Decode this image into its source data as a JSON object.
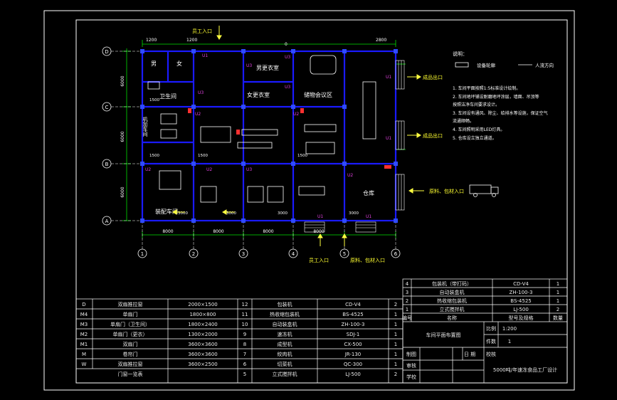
{
  "colors": {
    "background": "#000000",
    "frame": "#ffffff",
    "wall": "#1a1aff",
    "column": "#2f4bff",
    "dimension": "#00e000",
    "label_magenta": "#e040e0",
    "label_yellow": "#ffff30",
    "room_label": "#ffffff",
    "arrow_yellow": "#ffff40"
  },
  "plan": {
    "column_labels_left": [
      "D",
      "C",
      "B",
      "A"
    ],
    "column_labels_bottom": [
      "1",
      "2",
      "3",
      "4",
      "5",
      "6"
    ],
    "dims_bottom": [
      "8000",
      "8000",
      "8000",
      "8000"
    ],
    "dims_left": [
      "6000",
      "6000",
      "6000"
    ],
    "dims_top": [
      "1200",
      "1200",
      "0",
      "2800"
    ],
    "dims_misc": [
      "1500",
      "1500",
      "1500",
      "1500",
      "3000",
      "3000",
      "3000",
      "3000"
    ],
    "rooms": {
      "male_wc": "男",
      "female_wc": "女",
      "washroom": "卫生间",
      "male_locker": "男更衣室",
      "female_locker": "女更衣室",
      "meeting": "储物会议区",
      "workshop_vertical": "机加车间",
      "assembly": "装配车间",
      "warehouse": "仓库"
    },
    "entrances": {
      "staff_top": "员工入口",
      "staff_bottom": "员工入口",
      "material_bottom": "原料、包材入口",
      "material_right": "原料、包材入口",
      "product_exit_1": "成品出口",
      "product_exit_2": "成品出口"
    },
    "tags": [
      "U1",
      "U2",
      "U3",
      "U1",
      "U2",
      "U3",
      "U1",
      "U2",
      "U3",
      "U1",
      "U2",
      "U3",
      "U1",
      "U2",
      "U3"
    ]
  },
  "legend": {
    "title": "说明：",
    "item_equipment": "设备轮廓",
    "item_flow": "人流方向",
    "notes": [
      "1.    车间平面按照1:5标准设计绘制。",
      "2.    车间地坪铺设耐磨地坪涂层，墙面、吊顶等",
      "      按照洁净车间要求设计。",
      "3.    车间设有通风、除尘、给排水等设施，保证空气",
      "      流通顺畅。",
      "4.    车间照明采用LED灯具。",
      "5.    仓库设立独立通道。"
    ]
  },
  "title_block": {
    "right_rows": [
      {
        "no": "4",
        "name": "包装机（带打码）",
        "spec": "CD-V4",
        "qty": "1"
      },
      {
        "no": "3",
        "name": "自动装盒机",
        "spec": "ZH-100-3",
        "qty": "1"
      },
      {
        "no": "2",
        "name": "热收缩包装机",
        "spec": "BS-4525",
        "qty": "1"
      },
      {
        "no": "1",
        "name": "立式搅拌机",
        "spec": "LJ-500",
        "qty": "2"
      }
    ],
    "right_header": {
      "no": "编号",
      "name": "名称",
      "spec": "型号及规格",
      "qty": "数量"
    },
    "drawing_name": "车间平面布置图",
    "scale_label": "比例",
    "scale_value": "1:200",
    "piece_label": "件数",
    "piece_value": "1",
    "drawn_label": "制图",
    "date_label": "日 期",
    "check_label": "审核",
    "review_label": "校核",
    "school_label": "学校",
    "project_title": "5000吨/年速冻食品工厂设计",
    "left_rows": [
      {
        "no": "D",
        "name": "双扇推拉窗",
        "size": "2000×1500",
        "no2": "12",
        "eq": "包装机",
        "spec": "CD-V4",
        "qty": "2"
      },
      {
        "no": "M4",
        "name": "单扇门",
        "size": "1800×800",
        "no2": "11",
        "eq": "热收缩包装机",
        "spec": "BS-4525",
        "qty": "1"
      },
      {
        "no": "M3",
        "name": "单扇门（卫生间）",
        "size": "1800×2400",
        "no2": "10",
        "eq": "自动装盒机",
        "spec": "ZH-100-3",
        "qty": "1"
      },
      {
        "no": "M2",
        "name": "单扇门（更衣）",
        "size": "1300×2000",
        "no2": "9",
        "eq": "速冻机",
        "spec": "SDJ-1",
        "qty": "1"
      },
      {
        "no": "M1",
        "name": "双扇门",
        "size": "3600×3600",
        "no2": "8",
        "eq": "成型机",
        "spec": "CX-500",
        "qty": "1"
      },
      {
        "no": "M",
        "name": "卷帘门",
        "size": "3600×3600",
        "no2": "7",
        "eq": "绞肉机",
        "spec": "JR-130",
        "qty": "1"
      },
      {
        "no": "W",
        "name": "双扇推拉窗",
        "size": "3600×2500",
        "no2": "6",
        "eq": "切菜机",
        "spec": "QC-300",
        "qty": "1"
      },
      {
        "no": "",
        "name": "门窗一览表",
        "size": "",
        "no2": "5",
        "eq": "立式搅拌机",
        "spec": "LJ-500",
        "qty": "2"
      }
    ]
  }
}
